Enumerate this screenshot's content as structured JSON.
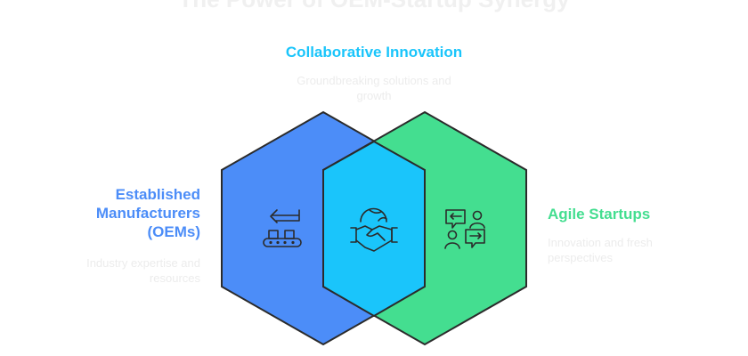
{
  "title": "The Power of OEM-Startup Synergy",
  "center": {
    "heading": "Collaborative Innovation",
    "description": "Groundbreaking solutions and growth",
    "icon": "handshake-globe-icon"
  },
  "left": {
    "heading_lines": [
      "Established",
      "Manufacturers",
      "(OEMs)"
    ],
    "description_lines": [
      "Industry expertise and",
      "resources"
    ],
    "icon": "conveyor-belt-icon"
  },
  "right": {
    "heading": "Agile Startups",
    "description_lines": [
      "Innovation and fresh",
      "perspectives"
    ],
    "icon": "people-chat-icon"
  },
  "colors": {
    "blue": "#4C8DF8",
    "green": "#44DE90",
    "cyan": "#1AC5FB",
    "stroke": "#2b2b2b"
  }
}
